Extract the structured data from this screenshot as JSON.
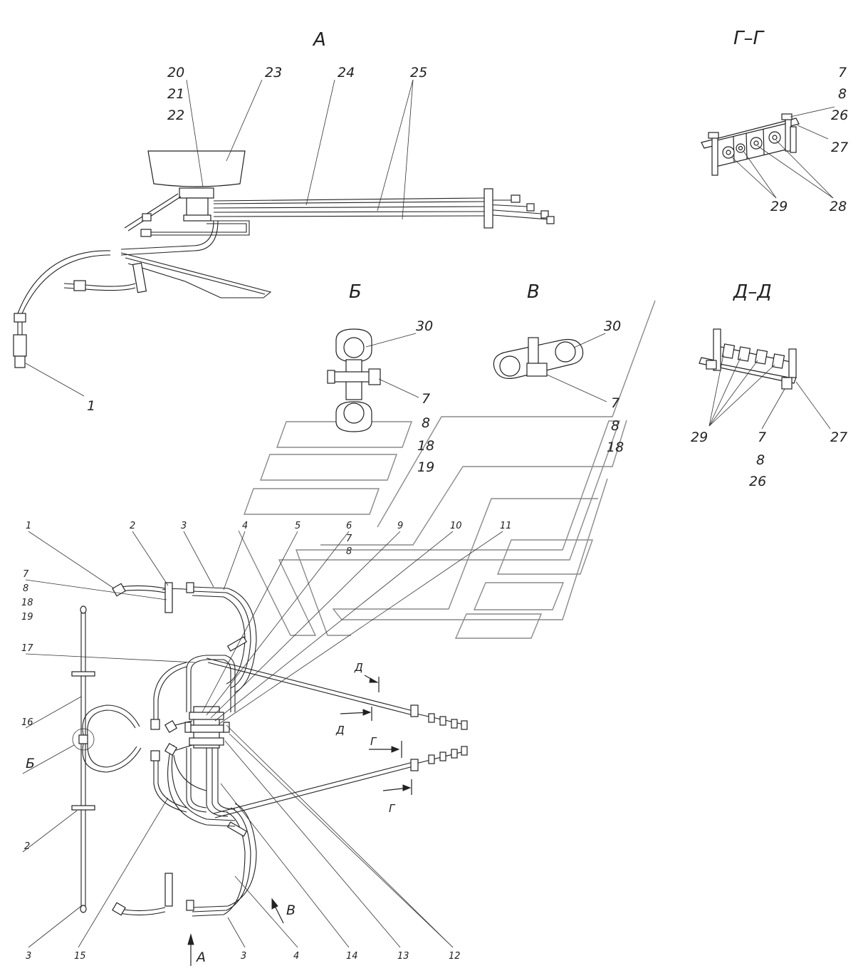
{
  "views": {
    "A": "А",
    "GG": "Г–Г",
    "B": "Б",
    "V": "В",
    "DD": "Д–Д"
  },
  "callouts_view_a": {
    "c20": "20",
    "c21": "21",
    "c22": "22",
    "c23": "23",
    "c24": "24",
    "c25": "25",
    "c1": "1"
  },
  "callouts_view_gg": {
    "c7": "7",
    "c8": "8",
    "c26": "26",
    "c27": "27",
    "c29": "29",
    "c28": "28"
  },
  "callouts_view_b": {
    "c30": "30",
    "c7": "7",
    "c8": "8",
    "c18": "18",
    "c19": "19"
  },
  "callouts_view_v": {
    "c30": "30",
    "c7": "7",
    "c8": "8",
    "c18": "18"
  },
  "callouts_view_dd": {
    "c29": "29",
    "c7": "7",
    "c8": "8",
    "c26": "26",
    "c27": "27"
  },
  "callouts_main": {
    "t1": "1",
    "t2": "2",
    "t3": "3",
    "t4": "4",
    "t5": "5",
    "t6": "6",
    "t6b": "7",
    "t6c": "8",
    "t9": "9",
    "t10": "10",
    "t11": "11",
    "l7": "7",
    "l8": "8",
    "l18": "18",
    "l19": "19",
    "l17": "17",
    "l16": "16",
    "lB": "Б",
    "l2": "2",
    "b3": "3",
    "b15": "15",
    "bA": "А",
    "b3b": "3",
    "b4": "4",
    "b14": "14",
    "b13": "13",
    "b12": "12",
    "arrowV": "В"
  },
  "section_marks": {
    "d_top": "Д",
    "d_bot": "Д",
    "g_top": "Г",
    "g_bot": "Г"
  }
}
